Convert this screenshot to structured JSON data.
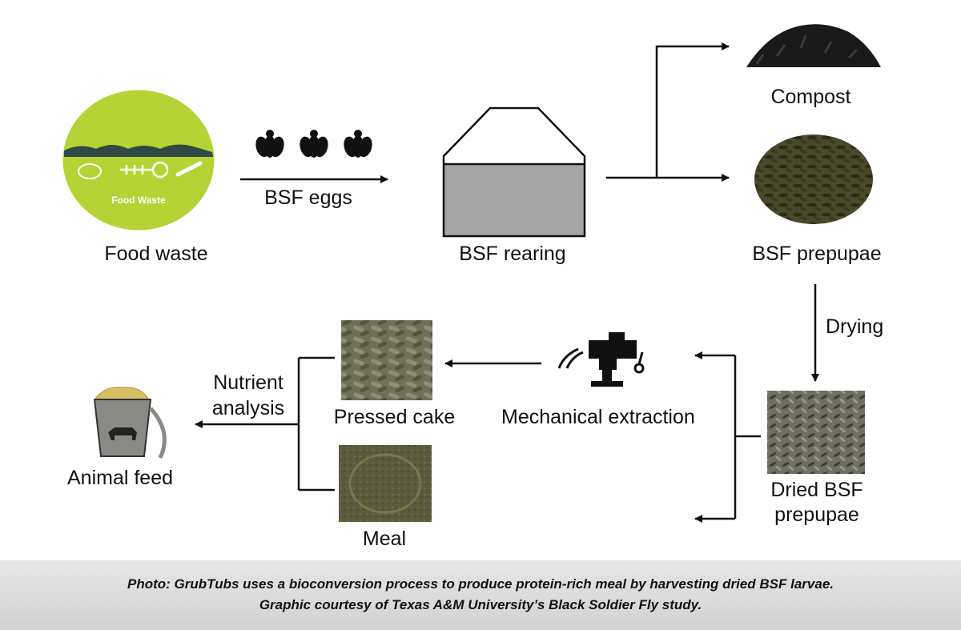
{
  "nodes": {
    "food_waste": {
      "label": "Food waste",
      "badge": "Food Waste"
    },
    "bsf_eggs": {
      "label": "BSF eggs"
    },
    "bsf_rearing": {
      "label": "BSF rearing"
    },
    "compost": {
      "label": "Compost"
    },
    "bsf_prepupae": {
      "label": "BSF prepupae"
    },
    "drying": {
      "label": "Drying"
    },
    "dried_bsf_prepupae": {
      "line1": "Dried BSF",
      "line2": "prepupae"
    },
    "mechanical_extraction": {
      "label": "Mechanical extraction"
    },
    "pressed_cake": {
      "label": "Pressed cake"
    },
    "meal": {
      "label": "Meal"
    },
    "nutrient_analysis": {
      "line1": "Nutrient",
      "line2": "analysis"
    },
    "animal_feed": {
      "label": "Animal feed"
    }
  },
  "caption": {
    "line1": "Photo: GrubTubs uses a bioconversion process to produce protein-rich meal by harvesting dried BSF larvae.",
    "line2": "Graphic courtesy of Texas A&M University’s Black Soldier Fly study."
  },
  "colors": {
    "food_waste_green": "#b5d335",
    "rearing_fill": "#a6a6a6",
    "arrow": "#111111",
    "caption_bg": "#dcdcdc"
  },
  "icons": [
    "food-waste-icon",
    "fly-icon",
    "rearing-bin-icon",
    "compost-pile-icon",
    "prepupae-pile-icon",
    "dried-prepupae-photo",
    "meat-grinder-icon",
    "pressed-cake-photo",
    "meal-photo",
    "feed-bucket-icon"
  ]
}
